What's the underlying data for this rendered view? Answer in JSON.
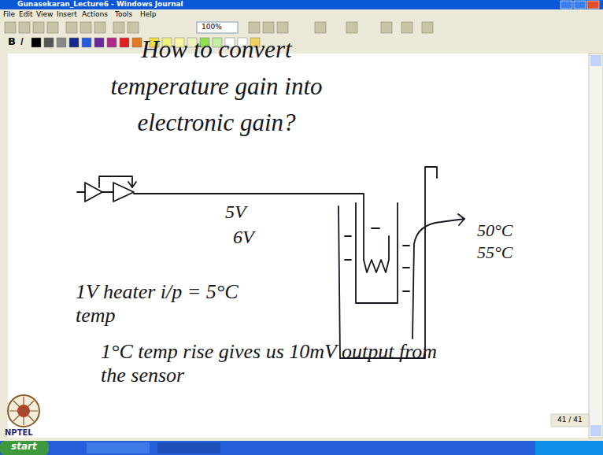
{
  "diagram": {
    "title": "How to convert temperature gain into electronic gain?",
    "labels": [
      "Gunasekaran_Lecture6 - Windows Journal",
      "File",
      "Edit",
      "View",
      "Insert",
      "Actions",
      "Tools",
      "Help",
      "100%",
      "B",
      "I",
      "5V",
      "6V",
      "50°C",
      "55°C",
      "1V heater i/p = 5°C temp",
      "1°C temp rise gives us 10mV output from the sensor",
      "41 / 41",
      "NPTEL",
      "start"
    ]
  }
}
